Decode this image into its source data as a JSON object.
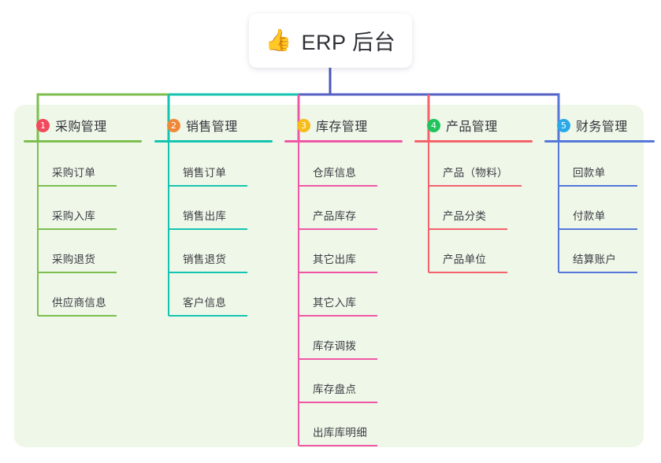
{
  "root": {
    "icon": "thumbs-up-icon",
    "emoji": "👍",
    "title": "ERP 后台"
  },
  "colors": {
    "panel_bg": "#eff7e9",
    "root_stem": "#4a56b8",
    "bus_right": "#5560c4",
    "text": "#35363c"
  },
  "columns": [
    {
      "index": "1",
      "title": "采购管理",
      "badge_color": "#f2495c",
      "line_color": "#7cbf4e",
      "items": [
        "采购订单",
        "采购入库",
        "采购退货",
        "供应商信息"
      ]
    },
    {
      "index": "2",
      "title": "销售管理",
      "badge_color": "#f0883a",
      "line_color": "#15c4b0",
      "items": [
        "销售订单",
        "销售出库",
        "销售退货",
        "客户信息"
      ]
    },
    {
      "index": "3",
      "title": "库存管理",
      "badge_color": "#f5bc1b",
      "line_color": "#ef57a6",
      "items": [
        "仓库信息",
        "产品库存",
        "其它出库",
        "其它入库",
        "库存调拨",
        "库存盘点",
        "出库库明细"
      ]
    },
    {
      "index": "4",
      "title": "产品管理",
      "badge_color": "#20c45c",
      "line_color": "#f4626b",
      "items": [
        "产品（物料）",
        "产品分类",
        "产品单位"
      ]
    },
    {
      "index": "5",
      "title": "财务管理",
      "badge_color": "#29a9e8",
      "line_color": "#5577d8",
      "items": [
        "回款单",
        "付款单",
        "结算账户"
      ]
    }
  ]
}
